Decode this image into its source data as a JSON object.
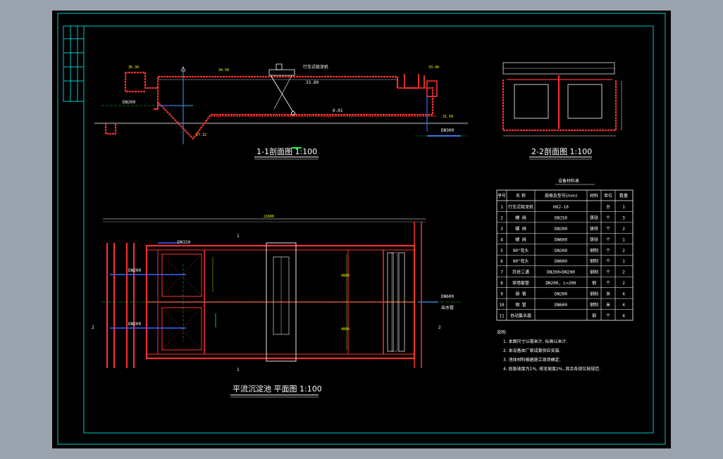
{
  "titles": {
    "section_1_1": "1-1剖面图 1:100",
    "section_2_2": "2-2剖面图 1:100",
    "plan": "平流沉淀池 平面图 1:100",
    "table": "设备材料表"
  },
  "section_labels": {
    "elev_top_left": "36.30",
    "elev_left_mid": "34.50",
    "elev_water": "33.80",
    "elev_bottom": "27.32",
    "elev_right": "33.40",
    "elev_right2": "31.50",
    "pipe_left": "DN200",
    "pipe_right": "DN300",
    "slope": "0.01",
    "machine": "行车式吸泥机"
  },
  "plan_labels": {
    "pipe_in_top": "DN150",
    "pipe_in_1": "DN200",
    "pipe_in_2": "DN200",
    "pipe_out": "DN600",
    "outlet": "出水管",
    "length": "21600",
    "section_mark": "1",
    "section_mark2": "2",
    "width1": "4800",
    "width2": "4800"
  },
  "table": {
    "headers": [
      "序号",
      "名 称",
      "规格及型号(mm)",
      "材料",
      "单位",
      "数量"
    ],
    "rows": [
      [
        "1",
        "行车式吸泥机",
        "HXJ-10",
        "",
        "台",
        "1"
      ],
      [
        "2",
        "蝶 阀",
        "DN150",
        "铸铁",
        "个",
        "3"
      ],
      [
        "3",
        "蝶 阀",
        "DN200",
        "铸铁",
        "个",
        "2"
      ],
      [
        "4",
        "蝶 阀",
        "DN600",
        "铸铁",
        "个",
        "1"
      ],
      [
        "5",
        "90°弯头",
        "DN200",
        "钢制",
        "个",
        "2"
      ],
      [
        "6",
        "90°弯头",
        "DN600",
        "钢制",
        "个",
        "1"
      ],
      [
        "7",
        "异径三通",
        "DN200×DN200",
        "钢制",
        "个",
        "2"
      ],
      [
        "8",
        "穿墙套管",
        "DN200, L=200",
        "钢",
        "个",
        "2"
      ],
      [
        "9",
        "钢 管",
        "DN200",
        "钢制",
        "米",
        "4"
      ],
      [
        "10",
        "钢 管",
        "DN600",
        "钢制",
        "米",
        "4"
      ],
      [
        "11",
        "自动集水器",
        "",
        "钢",
        "个",
        "4"
      ]
    ]
  },
  "notes": {
    "header": "说明:",
    "items": [
      "1. 本图尺寸以毫米计, 标高以米计.",
      "2. 本设备由厂家成套供应安装.",
      "3. 池体材料根据施工现场确定.",
      "4. 底板坡度为1%, 排泥坡度2%, 其余各部位按规范."
    ]
  },
  "colors": {
    "background": "#9aa3ad",
    "sheet": "#000000",
    "frame": "#00c8c8",
    "wall": "#ff3030",
    "pipe": "#4060ff",
    "center": "#00ff40",
    "dim": "#ffff00"
  }
}
